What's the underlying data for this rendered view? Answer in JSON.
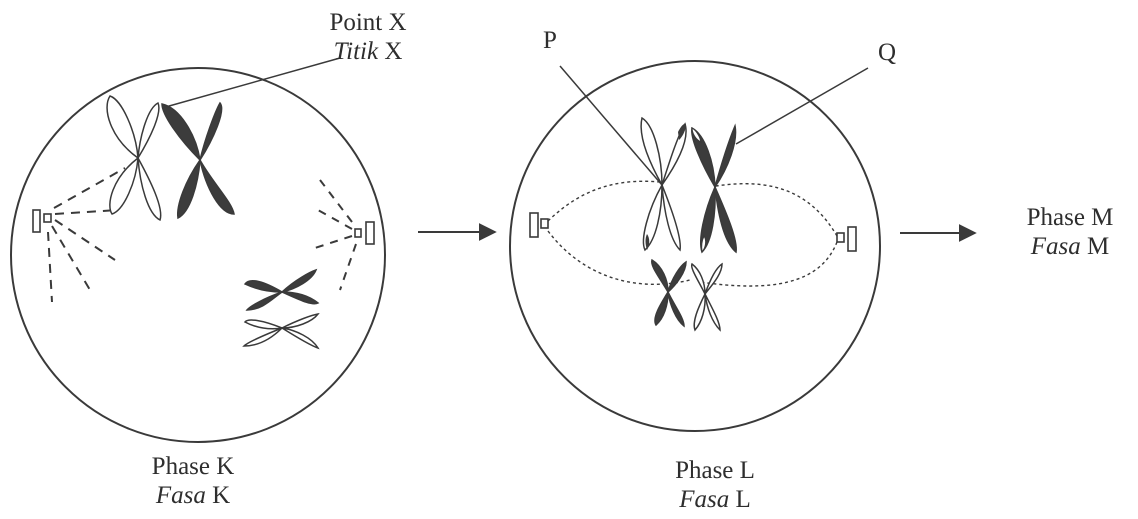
{
  "labels": {
    "point_x": {
      "en": "Point X",
      "ms_italic": "Titik",
      "ms_rest": " X"
    },
    "p": "P",
    "q": "Q",
    "phase_k": {
      "en": "Phase K",
      "ms_italic": "Fasa",
      "ms_rest": " K"
    },
    "phase_l": {
      "en": "Phase L",
      "ms_italic": "Fasa",
      "ms_rest": " L"
    },
    "phase_m": {
      "en": "Phase M",
      "ms_italic": "Fasa",
      "ms_rest": " M"
    }
  },
  "colors": {
    "outline": "#3a3a3a",
    "dark_chromosome": "#3c3c3c",
    "light_chromosome": "#ffffff",
    "text": "#2e2e2e"
  }
}
